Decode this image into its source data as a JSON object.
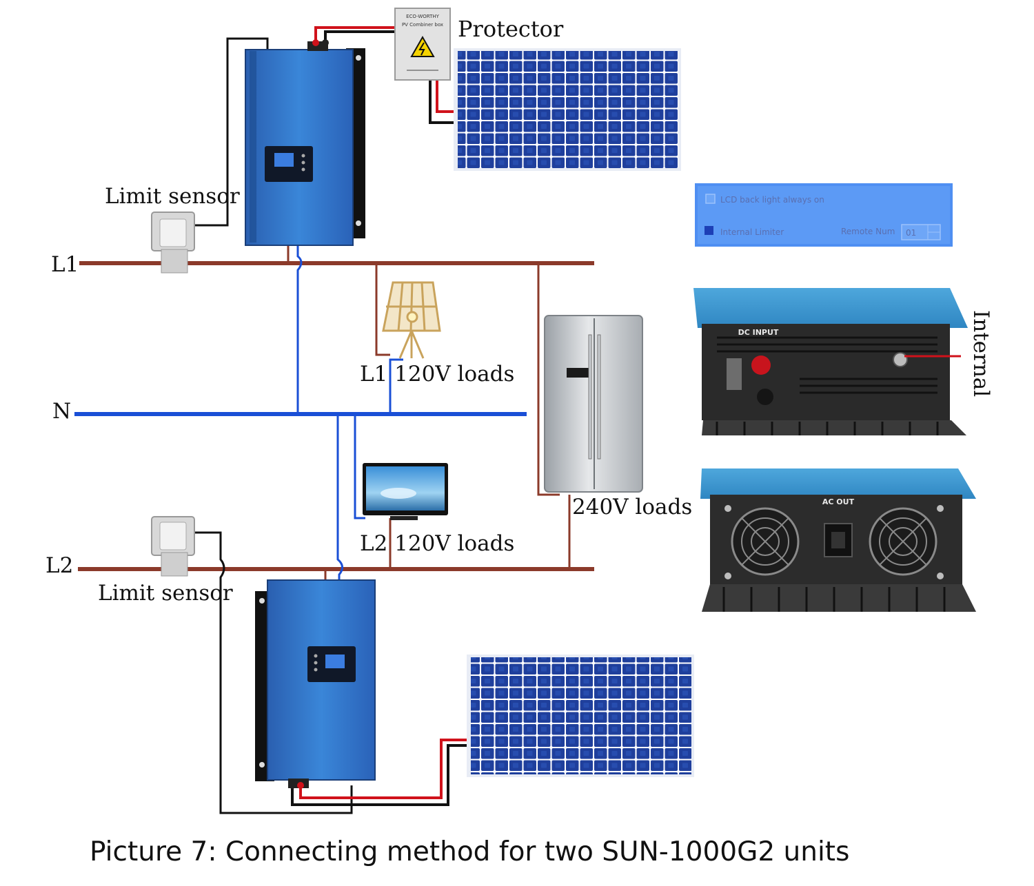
{
  "labels": {
    "protector": "Protector",
    "limit_sensor_top": "Limit sensor",
    "limit_sensor_bottom": "Limit sensor",
    "l1": "L1",
    "l2": "L2",
    "n": "N",
    "l1_loads": "L1 120V loads",
    "l2_loads": "L2 120V loads",
    "loads_240": "240V loads",
    "internal": "Internal"
  },
  "settings_panel": {
    "backlight_label": "LCD back light always on",
    "backlight_checked": false,
    "limiter_label": "Internal Limiter",
    "limiter_checked": true,
    "remote_label": "Remote Num",
    "remote_value": "01"
  },
  "protector_box": {
    "line1": "ECO-WORTHY",
    "line2": "PV Combiner box"
  },
  "inverter_back": {
    "dc_input": "DC INPUT",
    "ac_out": "AC OUT"
  },
  "caption": "Picture 7:  Connecting method for two SUN-1000G2 units",
  "colors": {
    "line_phase": "#8b3a2a",
    "line_neutral": "#1a4fd6",
    "wire_red": "#d0121b",
    "wire_black": "#111111",
    "inverter_blue": "#2f6fc4",
    "panel_blue": "#1f3f9c"
  }
}
